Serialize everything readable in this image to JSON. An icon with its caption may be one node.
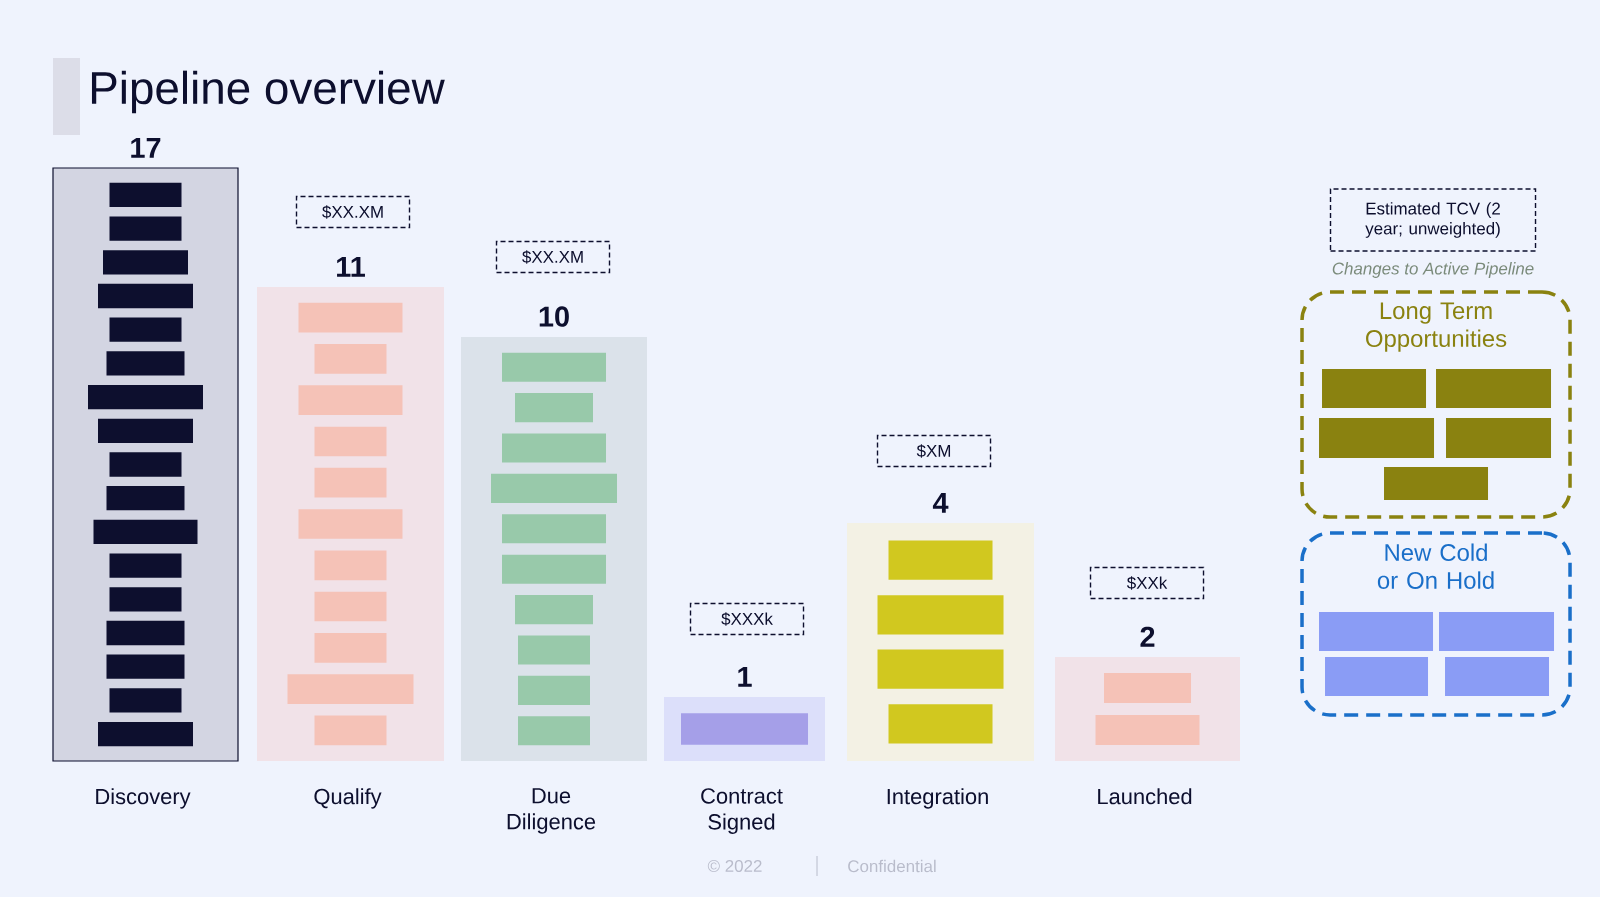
{
  "diagram": {
    "title": "Pipeline overview",
    "nodes": [
      {
        "text": [
          "17"
        ],
        "beside": [
          "Discovery"
        ]
      },
      {
        "text": [],
        "shape": "box",
        "in": 0
      },
      {
        "text": [],
        "shape": "box",
        "in": 0
      },
      {
        "text": [],
        "shape": "box",
        "in": 0
      },
      {
        "text": [],
        "shape": "box",
        "in": 0
      },
      {
        "text": [],
        "shape": "box",
        "in": 0
      },
      {
        "text": [],
        "shape": "box",
        "in": 0
      },
      {
        "text": [],
        "shape": "box",
        "in": 0
      },
      {
        "text": [],
        "shape": "box",
        "in": 0
      },
      {
        "text": [],
        "shape": "box",
        "in": 0
      },
      {
        "text": [],
        "shape": "box",
        "in": 0
      },
      {
        "text": [],
        "shape": "box",
        "in": 0
      },
      {
        "text": [],
        "shape": "box",
        "in": 0
      },
      {
        "text": [],
        "shape": "box",
        "in": 0
      },
      {
        "text": [],
        "shape": "box",
        "in": 0
      },
      {
        "text": [],
        "shape": "box",
        "in": 0
      },
      {
        "text": [],
        "shape": "box",
        "in": 0
      },
      {
        "text": [],
        "shape": "box",
        "in": 0
      },
      {
        "text": [
          "$XX.XM"
        ]
      },
      {
        "text": [
          "11"
        ],
        "beside": [
          "Qualify"
        ]
      },
      {
        "text": [],
        "shape": "box",
        "in": 19
      },
      {
        "text": [],
        "shape": "box",
        "in": 19
      },
      {
        "text": [],
        "shape": "box",
        "in": 19
      },
      {
        "text": [],
        "shape": "box",
        "in": 19
      },
      {
        "text": [],
        "shape": "box",
        "in": 19
      },
      {
        "text": [],
        "shape": "box",
        "in": 19
      },
      {
        "text": [],
        "shape": "box",
        "in": 19
      },
      {
        "text": [],
        "shape": "box",
        "in": 19
      },
      {
        "text": [],
        "shape": "box",
        "in": 19
      },
      {
        "text": [],
        "shape": "box",
        "in": 19
      },
      {
        "text": [],
        "shape": "box",
        "in": 19
      },
      {
        "text": [
          "$XX.XM"
        ]
      },
      {
        "text": [
          "10"
        ],
        "beside": [
          "Due Diligence"
        ]
      },
      {
        "text": [],
        "shape": "box",
        "in": 32
      },
      {
        "text": [],
        "shape": "box",
        "in": 32
      },
      {
        "text": [],
        "shape": "box",
        "in": 32
      },
      {
        "text": [],
        "shape": "box",
        "in": 32
      },
      {
        "text": [],
        "shape": "box",
        "in": 32
      },
      {
        "text": [],
        "shape": "box",
        "in": 32
      },
      {
        "text": [],
        "shape": "box",
        "in": 32
      },
      {
        "text": [],
        "shape": "box",
        "in": 32
      },
      {
        "text": [],
        "shape": "box",
        "in": 32
      },
      {
        "text": [],
        "shape": "box",
        "in": 32
      },
      {
        "text": [
          "$XXXk"
        ]
      },
      {
        "text": [
          "1"
        ],
        "beside": [
          "Contract Signed"
        ]
      },
      {
        "text": [],
        "shape": "box",
        "in": 44
      },
      {
        "text": [
          "$XM"
        ]
      },
      {
        "text": [
          "4"
        ],
        "beside": [
          "Integration"
        ]
      },
      {
        "text": [],
        "shape": "box",
        "in": 47
      },
      {
        "text": [],
        "shape": "box",
        "in": 47
      },
      {
        "text": [],
        "shape": "box",
        "in": 47
      },
      {
        "text": [],
        "shape": "box",
        "in": 47
      },
      {
        "text": [
          "$XXk"
        ]
      },
      {
        "text": [
          "2"
        ],
        "beside": [
          "Launched"
        ]
      },
      {
        "text": [],
        "shape": "box",
        "in": 53
      },
      {
        "text": [],
        "shape": "box",
        "in": 53
      },
      {
        "text": [
          "Estimated TCV (2 year; unweighted)"
        ]
      },
      {
        "text": [
          "Long Term Opportunities"
        ]
      },
      {
        "text": [],
        "shape": "box",
        "in": 57
      },
      {
        "text": [],
        "shape": "box",
        "in": 57
      },
      {
        "text": [],
        "shape": "box",
        "in": 57
      },
      {
        "text": [],
        "shape": "box",
        "in": 57
      },
      {
        "text": [],
        "shape": "box",
        "in": 57
      },
      {
        "text": [
          "New Cold or On Hold"
        ]
      },
      {
        "text": [],
        "shape": "box",
        "in": 63
      },
      {
        "text": [],
        "shape": "box",
        "in": 63
      },
      {
        "text": [],
        "shape": "box",
        "in": 63
      },
      {
        "text": [],
        "shape": "box",
        "in": 63
      }
    ],
    "labels": [
      "Changes to Active Pipeline",
      "© 2022",
      "Confidential"
    ]
  }
}
